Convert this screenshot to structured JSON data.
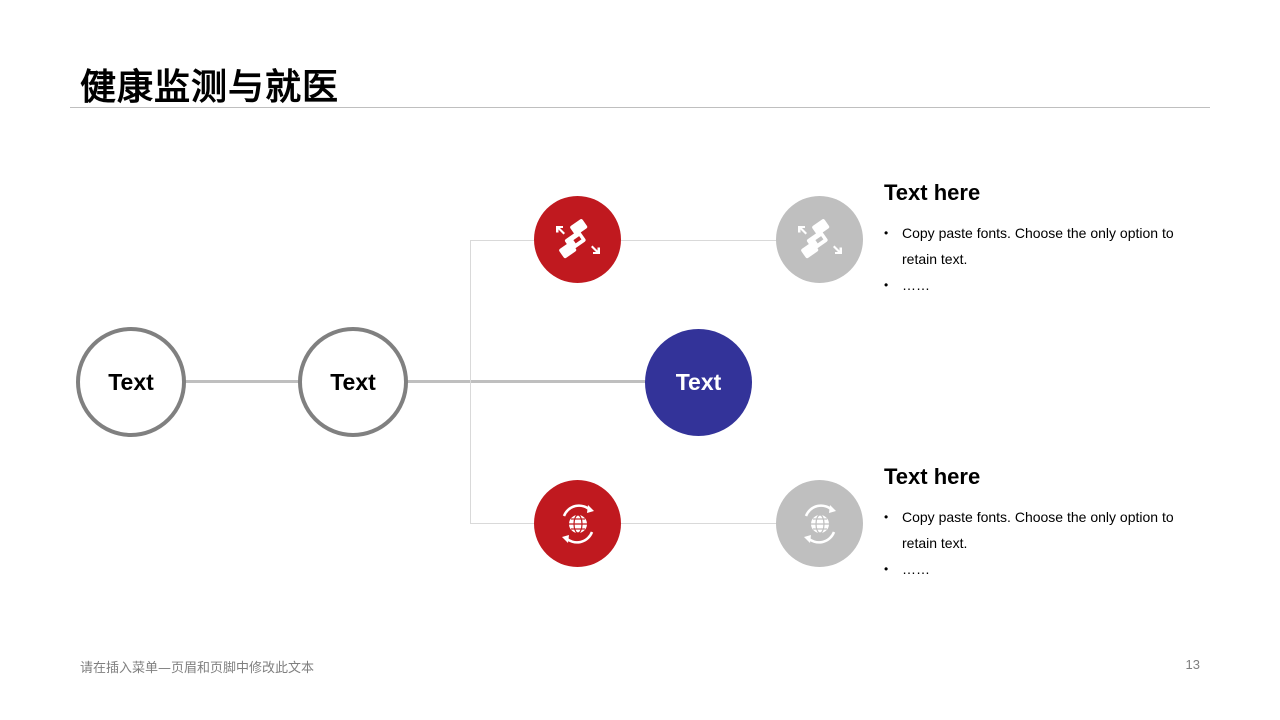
{
  "title": "健康监测与就医",
  "nodes": {
    "first": "Text",
    "second": "Text",
    "center": "Text"
  },
  "branches": [
    {
      "heading": "Text here",
      "bullets": [
        "Copy paste fonts. Choose the only option to retain text.",
        "……"
      ],
      "icon": "seatbelt-icon"
    },
    {
      "heading": "Text here",
      "bullets": [
        "Copy paste fonts. Choose the only option to retain text.",
        "……"
      ],
      "icon": "globe-refresh-icon"
    }
  ],
  "footer": {
    "note": "请在插入菜单—页眉和页脚中修改此文本",
    "page_number": "13"
  },
  "colors": {
    "accent_red": "#c0191f",
    "accent_blue": "#333399",
    "muted_grey": "#bfbfbf",
    "outline_grey": "#808080"
  }
}
